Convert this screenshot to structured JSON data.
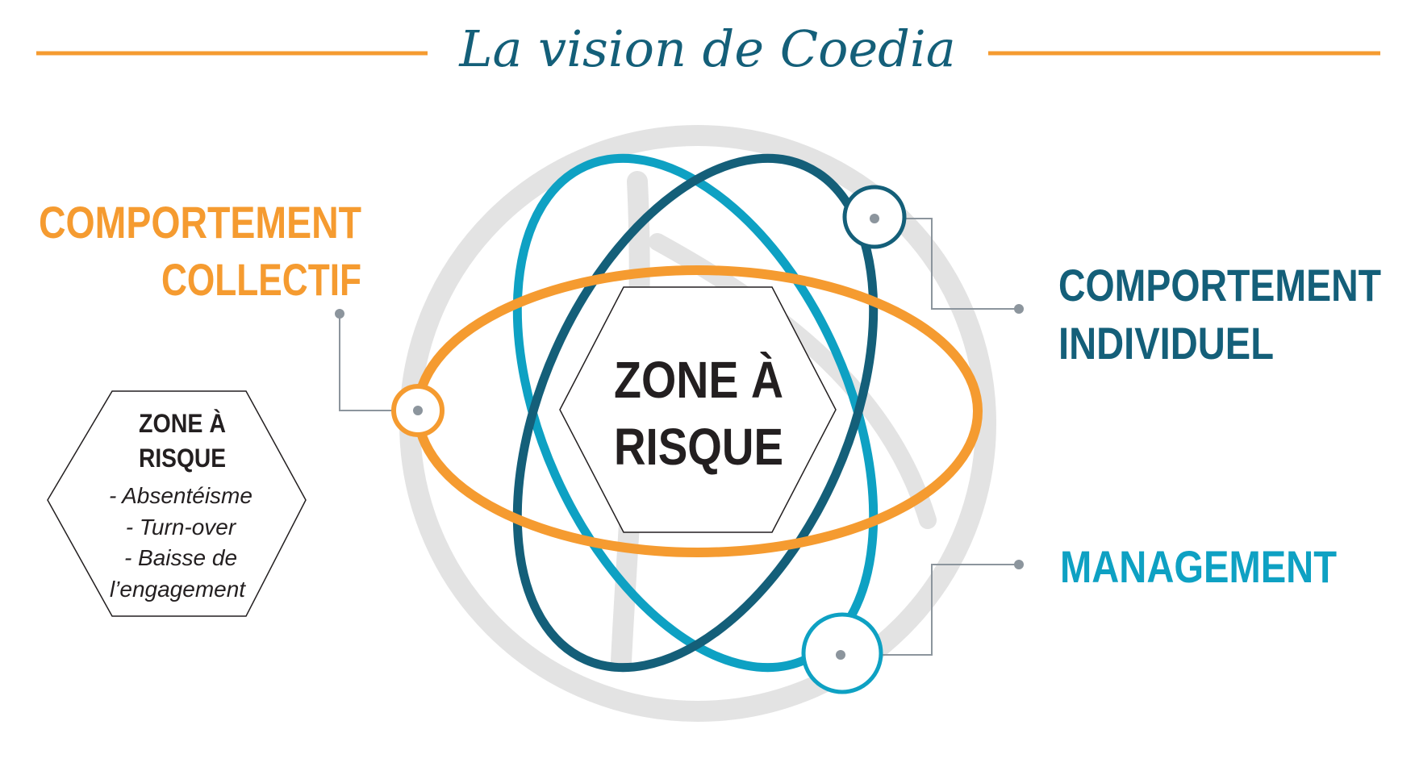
{
  "title": "La vision de Coedia",
  "colors": {
    "orange": "#f59b30",
    "dark_teal": "#145f79",
    "light_teal": "#0ea1c3",
    "grey_ring": "#e3e3e3",
    "connector": "#8c959d",
    "text_dark": "#231f20"
  },
  "labels": {
    "collectif": [
      "COMPORTEMENT",
      "COLLECTIF"
    ],
    "individuel": [
      "COMPORTEMENT",
      "INDIVIDUEL"
    ],
    "management": "MANAGEMENT"
  },
  "center": {
    "lines": [
      "ZONE À",
      "RISQUE"
    ]
  },
  "side_box": {
    "heading": [
      "ZONE À",
      "RISQUE"
    ],
    "items": [
      "- Absentéisme",
      "- Turn-over",
      "- Baisse de",
      "l’engagement"
    ]
  }
}
